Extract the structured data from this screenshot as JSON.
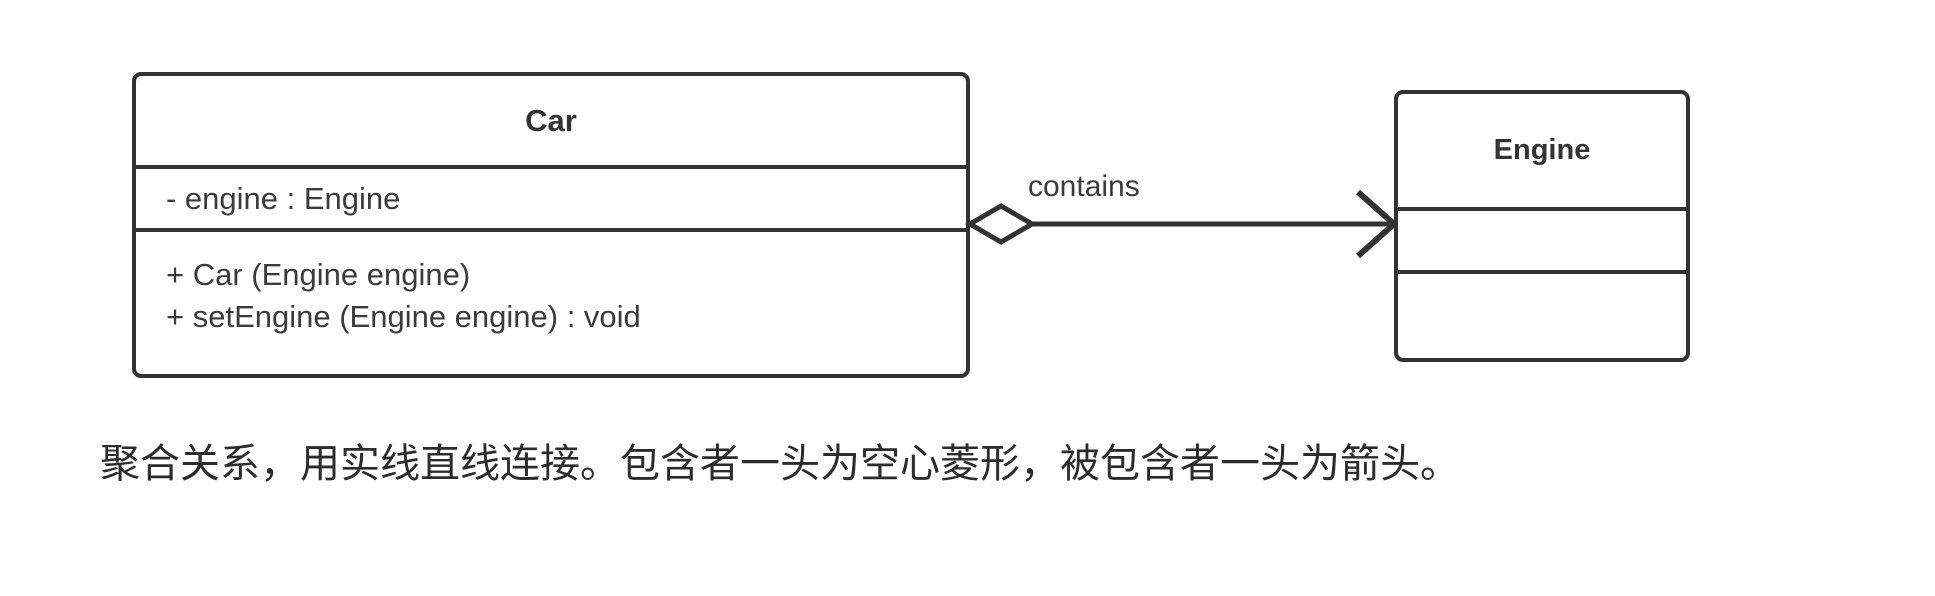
{
  "diagram": {
    "kind": "uml-class-diagram",
    "relationship": "aggregation",
    "colors": {
      "background": "#ffffff",
      "stroke": "#333333",
      "text": "#333333",
      "member_text": "#3b3b3b",
      "caption_text": "#2c2c2c",
      "diamond_fill": "#ffffff"
    },
    "classes": [
      {
        "id": "car",
        "name": "Car",
        "attributes": [
          "- engine : Engine"
        ],
        "methods": [
          "+ Car (Engine engine)",
          "+ setEngine (Engine engine) : void"
        ],
        "compartments": 3
      },
      {
        "id": "engine",
        "name": "Engine",
        "attributes": [],
        "methods": [],
        "compartments": 3
      }
    ],
    "association": {
      "label": "contains",
      "source": "Car",
      "target": "Engine",
      "line_style": "solid",
      "source_decoration": "hollow-diamond",
      "target_decoration": "open-arrow"
    }
  },
  "caption": {
    "text": "聚合关系，用实线直线连接。包含者一头为空心菱形，被包含者一头为箭头。"
  }
}
